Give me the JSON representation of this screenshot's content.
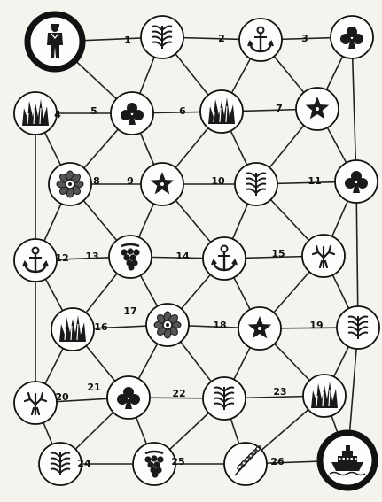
{
  "board": {
    "start": {
      "icon": "sailor-icon"
    },
    "finish": {
      "icon": "ship-icon"
    },
    "spaces": [
      {
        "label": "1",
        "icon": "fern-icon"
      },
      {
        "label": "2",
        "icon": "anchor-icon"
      },
      {
        "label": "3",
        "icon": "club-icon"
      },
      {
        "label": "4",
        "icon": "kelp-icon"
      },
      {
        "label": "5",
        "icon": "club-icon"
      },
      {
        "label": "6",
        "icon": "kelp-icon"
      },
      {
        "label": "7",
        "icon": "starfish-icon"
      },
      {
        "label": "8",
        "icon": "flower-icon"
      },
      {
        "label": "9",
        "icon": "starfish-icon"
      },
      {
        "label": "10",
        "icon": "fern-icon"
      },
      {
        "label": "11",
        "icon": "club-icon"
      },
      {
        "label": "12",
        "icon": "anchor-icon"
      },
      {
        "label": "13",
        "icon": "grapes-icon"
      },
      {
        "label": "14",
        "icon": "anchor-icon"
      },
      {
        "label": "15",
        "icon": "coral-icon"
      },
      {
        "label": "16",
        "icon": "kelp-icon"
      },
      {
        "label": "17",
        "icon": "flower-icon"
      },
      {
        "label": "18",
        "icon": "starfish-icon"
      },
      {
        "label": "19",
        "icon": "fern-icon"
      },
      {
        "label": "20",
        "icon": "coral-icon"
      },
      {
        "label": "21",
        "icon": "club-icon"
      },
      {
        "label": "22",
        "icon": "fern-icon"
      },
      {
        "label": "23",
        "icon": "kelp-icon"
      },
      {
        "label": "24",
        "icon": "fern-icon"
      },
      {
        "label": "25",
        "icon": "grapes-icon"
      },
      {
        "label": "26",
        "icon": "wheat-icon"
      }
    ]
  }
}
